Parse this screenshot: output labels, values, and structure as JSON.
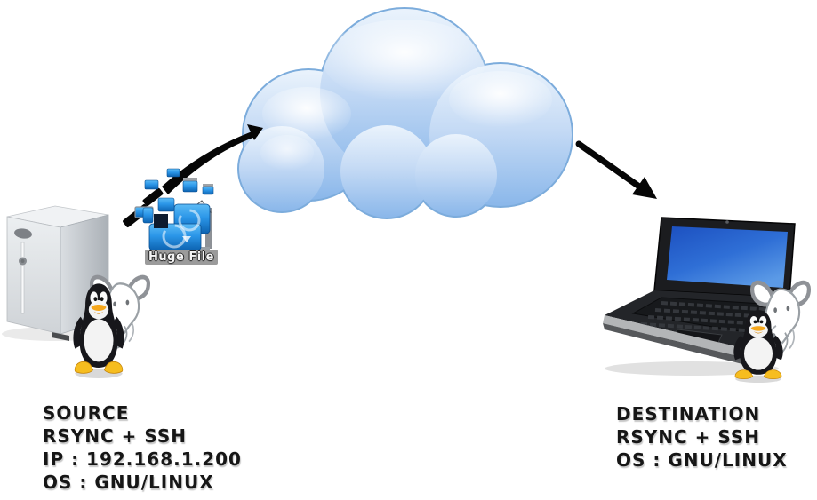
{
  "colors": {
    "background": "#ffffff",
    "text": "#161616",
    "cloud_fill_top": "#e3eefb",
    "cloud_fill_bottom": "#85b5e9",
    "cloud_stroke": "#7cacdc",
    "arrow": "#060606",
    "file_blue": "#2b96e8",
    "screen_blue": "#2f6fd6",
    "label_bar": "#9b9b9b"
  },
  "source": {
    "title": "SOURCE",
    "protocol": "RSYNC + SSH",
    "ip": "IP : 192.168.1.200",
    "os": "OS : GNU/LINUX"
  },
  "destination": {
    "title": "DESTINATION",
    "protocol": "RSYNC + SSH",
    "os": "OS : GNU/LINUX"
  },
  "labels": {
    "huge_file": "Huge File"
  }
}
